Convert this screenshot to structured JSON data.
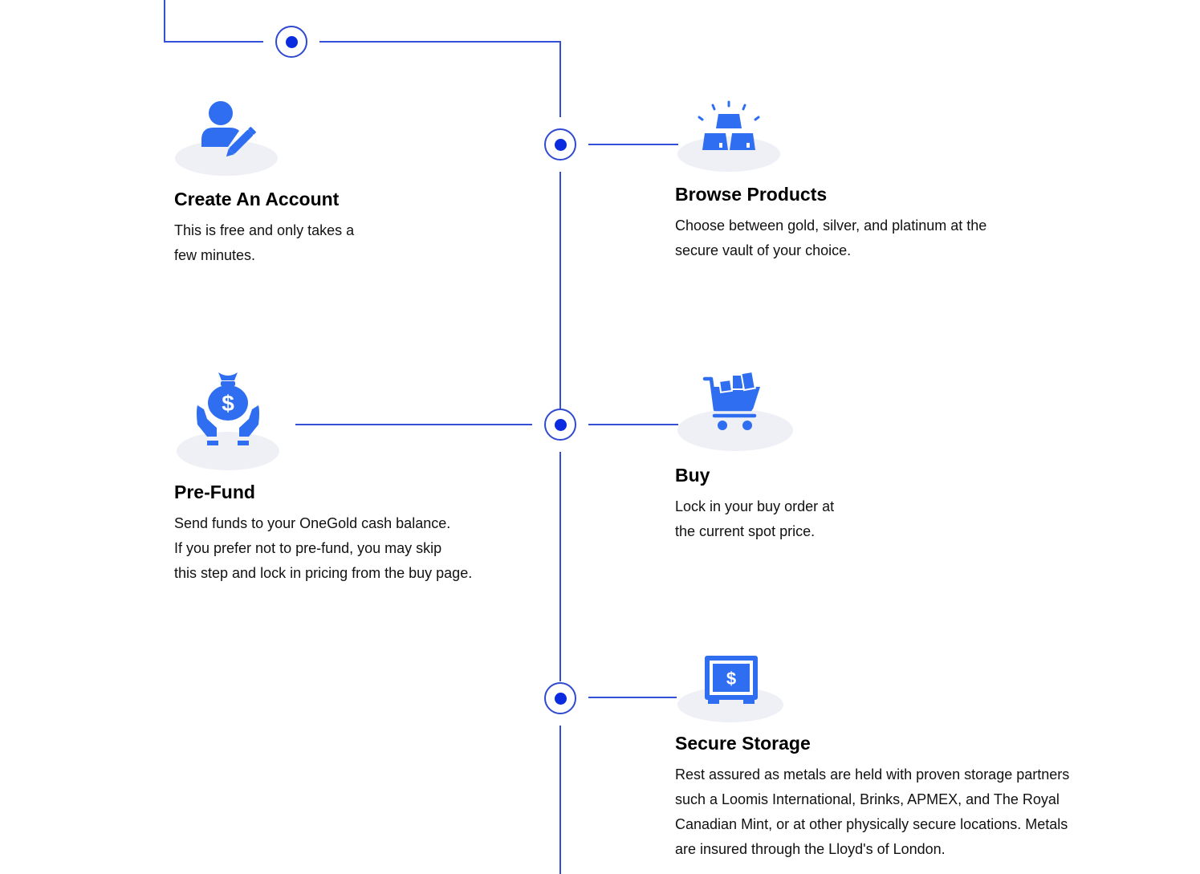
{
  "theme": {
    "accent": "#2f6ef0",
    "line": "#3450d6",
    "node_dot": "#0a2be0"
  },
  "steps": [
    {
      "id": "create-account",
      "icon": "user-edit-icon",
      "title": "Create An Account",
      "lines": [
        "This is free and only takes a",
        "few minutes."
      ]
    },
    {
      "id": "browse-products",
      "icon": "gold-bars-icon",
      "title": "Browse Products",
      "lines": [
        "Choose between gold, silver, and platinum at the",
        "secure vault of your choice."
      ]
    },
    {
      "id": "pre-fund",
      "icon": "money-bag-hands-icon",
      "title": "Pre-Fund",
      "lines": [
        "Send funds to your OneGold cash balance.",
        "If you prefer not to pre-fund, you may skip",
        "this step and lock in pricing from the buy page."
      ]
    },
    {
      "id": "buy",
      "icon": "shopping-cart-icon",
      "title": "Buy",
      "lines": [
        "Lock in your buy order at",
        "the current spot price."
      ]
    },
    {
      "id": "secure-storage",
      "icon": "safe-icon",
      "title": "Secure Storage",
      "lines": [
        "Rest assured as metals are held with proven storage partners",
        "such a Loomis International, Brinks, APMEX, and The Royal",
        "Canadian Mint, or at other physically secure locations. Metals",
        "are insured through the Lloyd's of London."
      ]
    }
  ]
}
